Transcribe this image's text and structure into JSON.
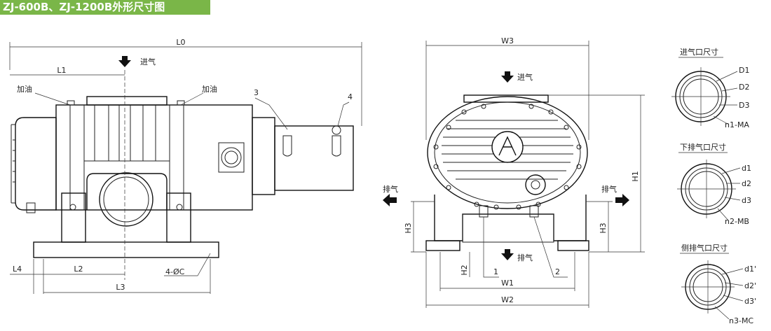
{
  "title": "ZJ-600B、ZJ-1200B外形尺寸图",
  "front_view": {
    "dims": {
      "L0": "L0",
      "L1": "L1",
      "L2": "L2",
      "L3": "L3",
      "L4": "L4",
      "holes": "4-ØC"
    },
    "inlet": "进气",
    "oil_left": "加油",
    "oil_right": "加油",
    "callout_3": "3",
    "callout_4": "4"
  },
  "side_view": {
    "dims": {
      "W1": "W1",
      "W2": "W2",
      "W3": "W3",
      "H1": "H1",
      "H2": "H2",
      "H3_left": "H3",
      "H3_right": "H3"
    },
    "inlet": "进气",
    "outlet_left": "排气",
    "outlet_right": "排气",
    "outlet_bottom": "排气",
    "callout_1": "1",
    "callout_2": "2"
  },
  "flanges": [
    {
      "title": "进气口尺寸",
      "labels": [
        "D1",
        "D2",
        "D3",
        "n1-MA"
      ]
    },
    {
      "title": "下排气口尺寸",
      "labels": [
        "d1",
        "d2",
        "d3",
        "n2-MB"
      ]
    },
    {
      "title": "侧排气口尺寸",
      "labels": [
        "d1'",
        "d2'",
        "d3'",
        "n3-MC"
      ]
    }
  ]
}
